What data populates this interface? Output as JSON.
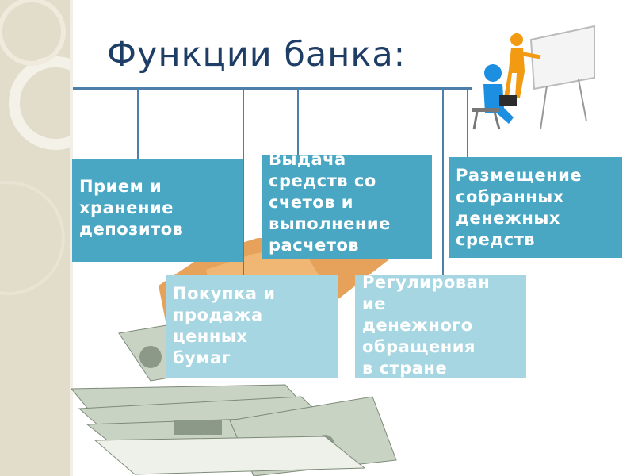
{
  "slide": {
    "title": "Функции банка:",
    "functions": [
      {
        "id": "deposits",
        "label": "Прием и\nхранение\nдепозитов"
      },
      {
        "id": "payments",
        "label": "Выдача\nсредств со\nсчетов и\nвыполнение\nрасчетов"
      },
      {
        "id": "placement",
        "label": "Размещение\nсобранных\nденежных\nсредств"
      },
      {
        "id": "securities",
        "label": "Покупка и\nпродажа\nценных\nбумаг"
      },
      {
        "id": "regulation",
        "label": "Регулирован\nие\nденежного\nобращения\nв стране"
      }
    ]
  },
  "colors": {
    "title": "#1f3e66",
    "connector": "#4e7fab",
    "box_dark": "#4aa7c3",
    "box_light": "#a6d6e2"
  },
  "icons": [
    "presenter-figure-icon",
    "money-hand-icon"
  ]
}
